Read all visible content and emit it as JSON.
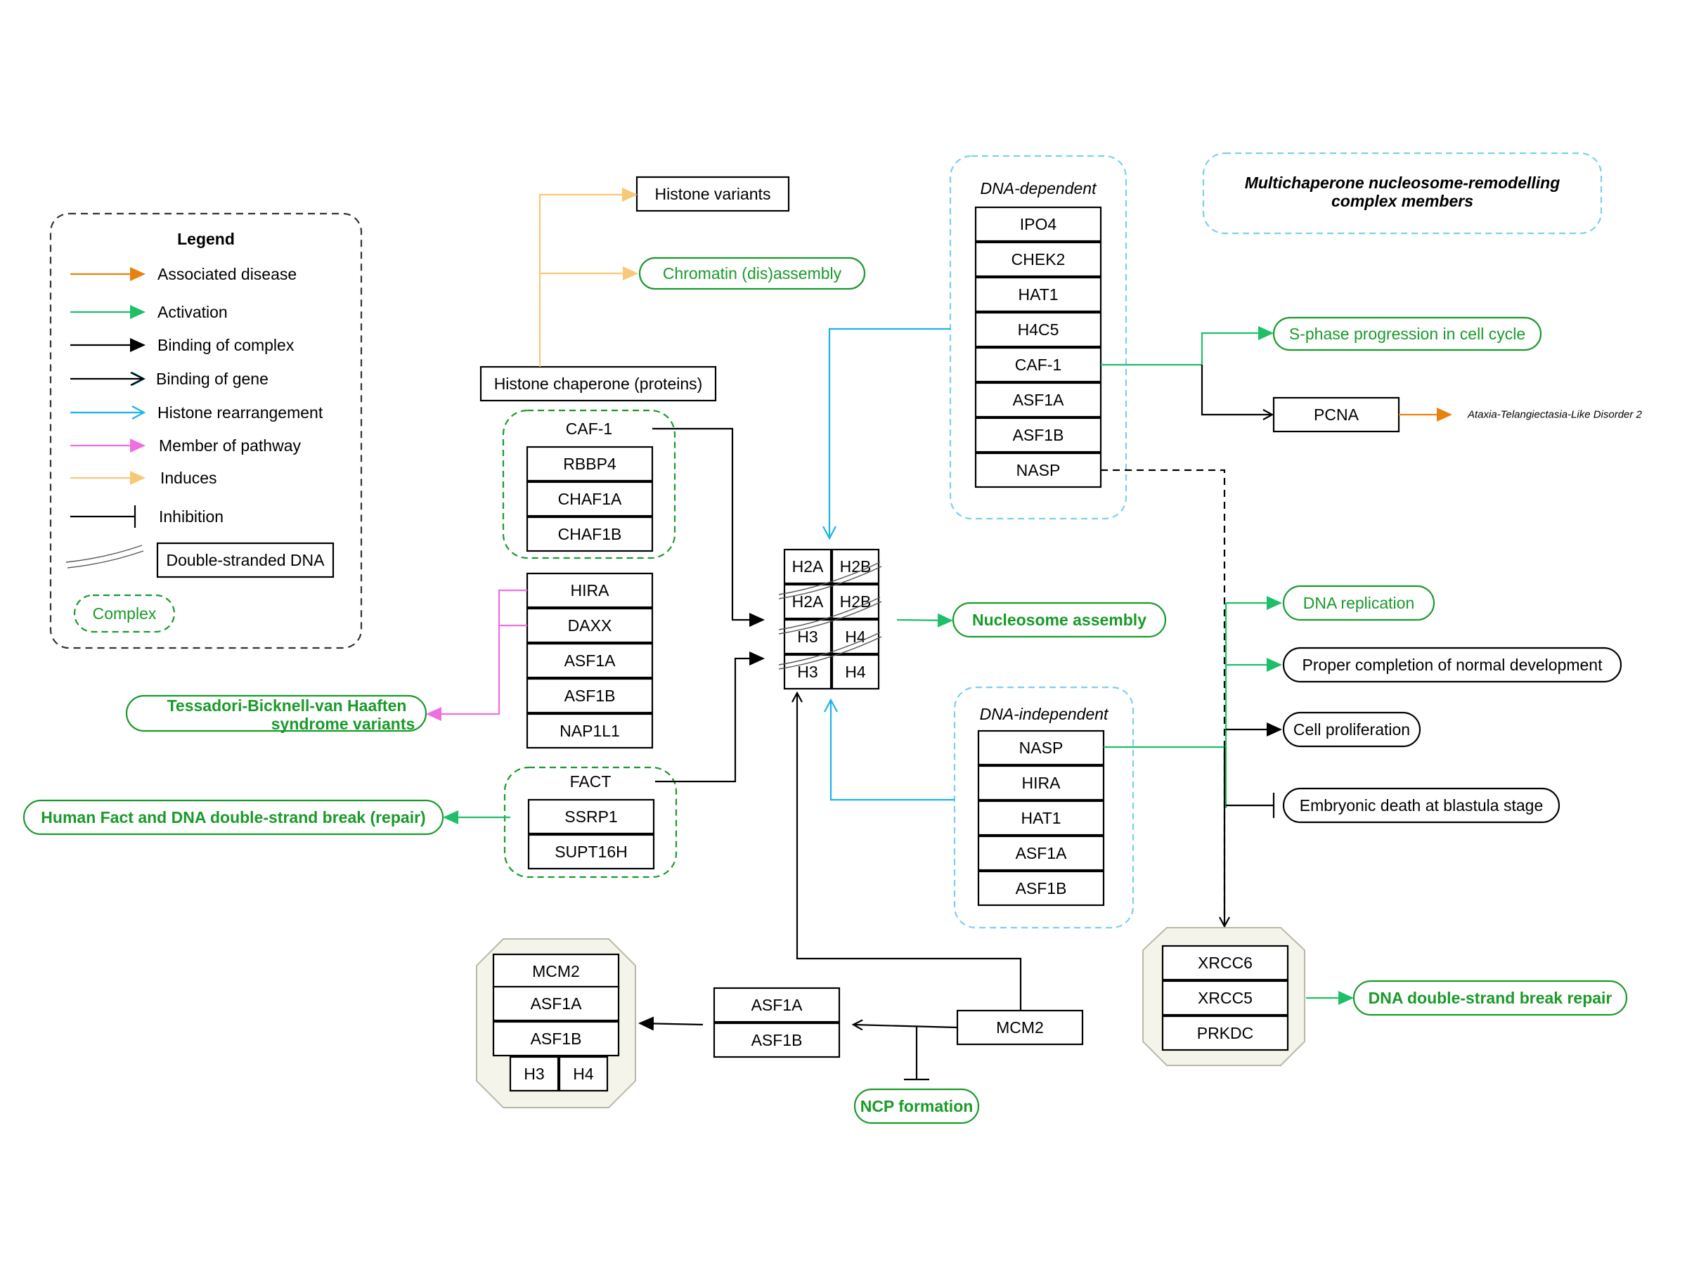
{
  "legend": {
    "title": "Legend",
    "items": [
      {
        "label": "Associated disease",
        "color": "#e8820e",
        "type": "arrow-filled"
      },
      {
        "label": "Activation",
        "color": "#1fbf6a",
        "type": "arrow-filled"
      },
      {
        "label": "Binding of complex",
        "color": "#000000",
        "type": "arrow-filled"
      },
      {
        "label": "Binding of gene",
        "color": "#000000",
        "type": "arrow-open"
      },
      {
        "label": "Histone rearrangement",
        "color": "#1ab4e8",
        "type": "arrow-open"
      },
      {
        "label": "Member of pathway",
        "color": "#f06fe0",
        "type": "arrow-filled"
      },
      {
        "label": "Induces",
        "color": "#f7c878",
        "type": "arrow-filled"
      },
      {
        "label": "Inhibition",
        "color": "#000000",
        "type": "inhibition"
      }
    ],
    "dna_label": "Double-stranded DNA",
    "complex_label": "Complex"
  },
  "top": {
    "histone_variants": "Histone variants",
    "chromatin_assembly": "Chromatin (dis)assembly",
    "histone_chaperone": "Histone chaperone (proteins)"
  },
  "caf1": {
    "title": "CAF-1",
    "members": [
      "RBBP4",
      "CHAF1A",
      "CHAF1B"
    ]
  },
  "hira_group": [
    "HIRA",
    "DAXX",
    "ASF1A",
    "ASF1B",
    "NAP1L1"
  ],
  "tessadori": [
    "Tessadori-Bicknell-van Haaften",
    "syndrome variants"
  ],
  "fact": {
    "title": "FACT",
    "members": [
      "SSRP1",
      "SUPT16H"
    ]
  },
  "human_fact": "Human Fact and DNA double-strand break (repair)",
  "nucleosome": {
    "cells": [
      "H2A",
      "H2B",
      "H2A",
      "H2B",
      "H3",
      "H4",
      "H3",
      "H4"
    ]
  },
  "nucleosome_assembly": "Nucleosome assembly",
  "dna_dependent": {
    "title": "DNA-dependent",
    "members": [
      "IPO4",
      "CHEK2",
      "HAT1",
      "H4C5",
      "CAF-1",
      "ASF1A",
      "ASF1B",
      "NASP"
    ]
  },
  "multichaperone": [
    "Multichaperone nucleosome-remodelling",
    "complex members"
  ],
  "s_phase": "S-phase progression in cell cycle",
  "pcna": "PCNA",
  "ataxia": "Ataxia-Telangiectasia-Like Disorder 2",
  "dna_independent": {
    "title": "DNA-independent",
    "members": [
      "NASP",
      "HIRA",
      "HAT1",
      "ASF1A",
      "ASF1B"
    ]
  },
  "outcomes": {
    "dna_replication": "DNA replication",
    "proper_completion": "Proper completion of normal development",
    "cell_proliferation": "Cell proliferation",
    "embryonic_death": "Embryonic death at blastula stage"
  },
  "xrcc": [
    "XRCC6",
    "XRCC5",
    "PRKDC"
  ],
  "dsb_repair": "DNA double-strand break repair",
  "mcm_complex": {
    "members": [
      "MCM2",
      "ASF1A",
      "ASF1B"
    ],
    "histones": [
      "H3",
      "H4"
    ]
  },
  "asf1_pair": [
    "ASF1A",
    "ASF1B"
  ],
  "mcm2": "MCM2",
  "ncp_formation": "NCP formation"
}
